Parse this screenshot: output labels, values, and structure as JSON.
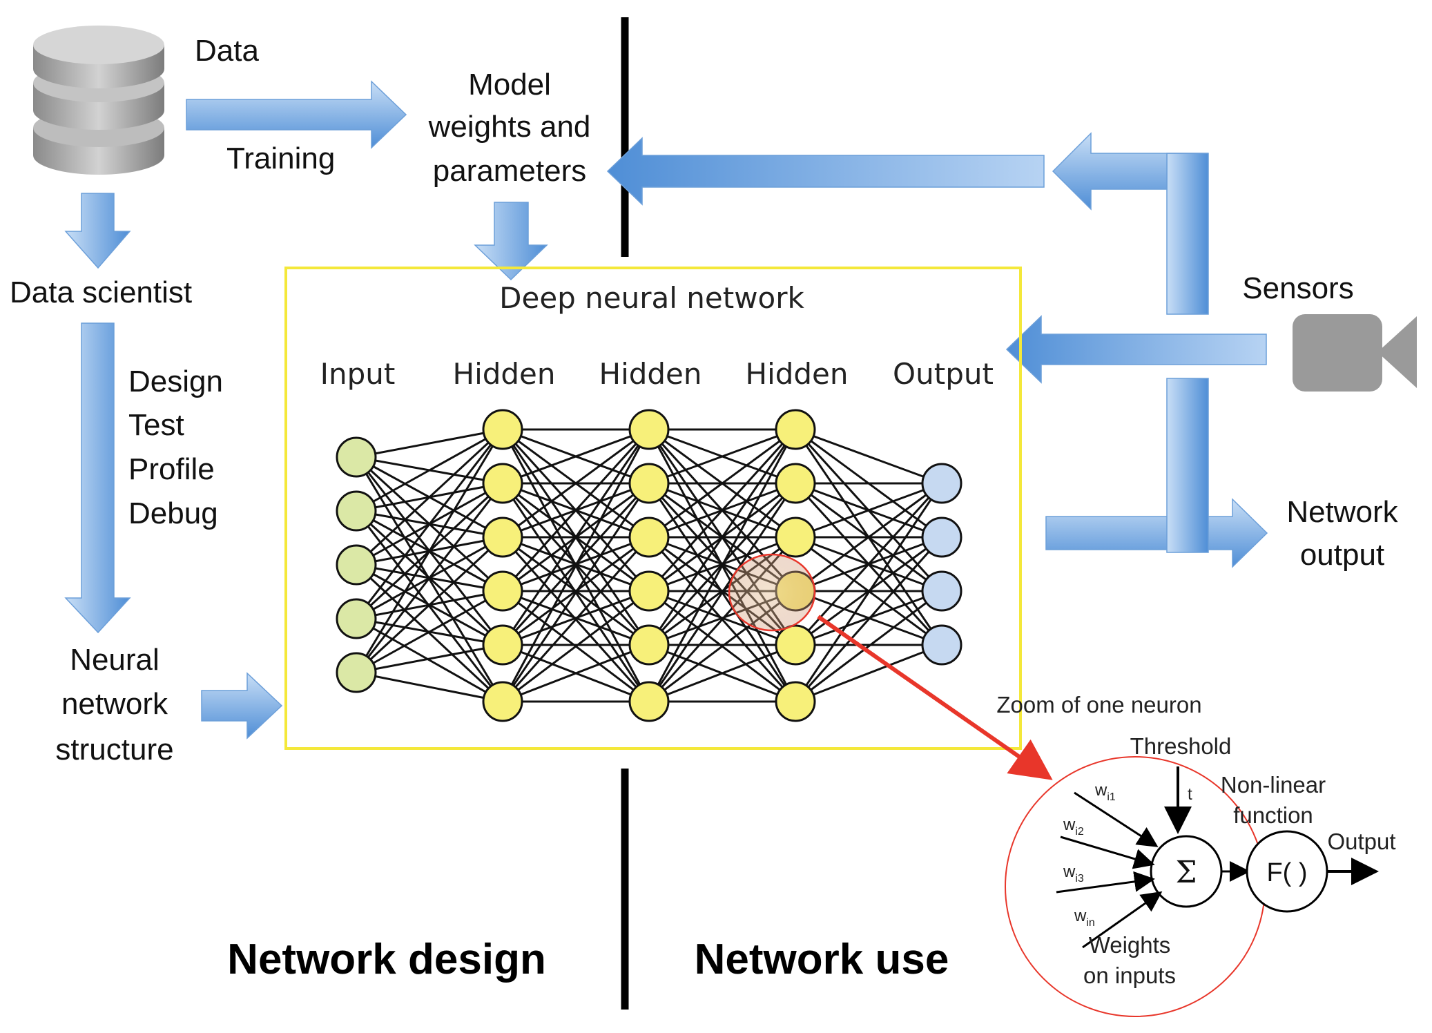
{
  "labels": {
    "data": "Data",
    "training": "Training",
    "model_line1": "Model",
    "model_line2": "weights and",
    "model_line3": "parameters",
    "data_scientist": "Data scientist",
    "design_steps": [
      "Design",
      "Test",
      "Profile",
      "Debug"
    ],
    "structure_line1": "Neural",
    "structure_line2": "network",
    "structure_line3": "structure",
    "sensors": "Sensors",
    "output_line1": "Network",
    "output_line2": "output",
    "network_design": "Network design",
    "network_use": "Network use"
  },
  "dnn": {
    "title": "Deep neural network",
    "layers": [
      {
        "label": "Input",
        "count": 5,
        "color": "#dbe8a6"
      },
      {
        "label": "Hidden",
        "count": 6,
        "color": "#f7f07a"
      },
      {
        "label": "Hidden",
        "count": 6,
        "color": "#f7f07a"
      },
      {
        "label": "Hidden",
        "count": 6,
        "color": "#f7f07a"
      },
      {
        "label": "Output",
        "count": 4,
        "color": "#c6d9f1"
      }
    ]
  },
  "neuron": {
    "zoom_label": "Zoom of one neuron",
    "threshold": "Threshold",
    "t": "t",
    "nonlinear_line1": "Non-linear",
    "nonlinear_line2": "function",
    "output": "Output",
    "sum_symbol": "Σ",
    "function": "F( )",
    "weights": [
      "w",
      "w",
      "w",
      "w"
    ],
    "weight_subscripts": [
      "i1",
      "i2",
      "i3",
      "in"
    ],
    "weights_line1": "Weights",
    "weights_line2": "on inputs"
  },
  "colors": {
    "arrow_light": "#c5dcf6",
    "arrow_dark": "#4f8fd6",
    "box_border": "#f4e83a",
    "zoom": "#e8362a"
  },
  "icons": [
    "database-icon",
    "camera-icon"
  ]
}
